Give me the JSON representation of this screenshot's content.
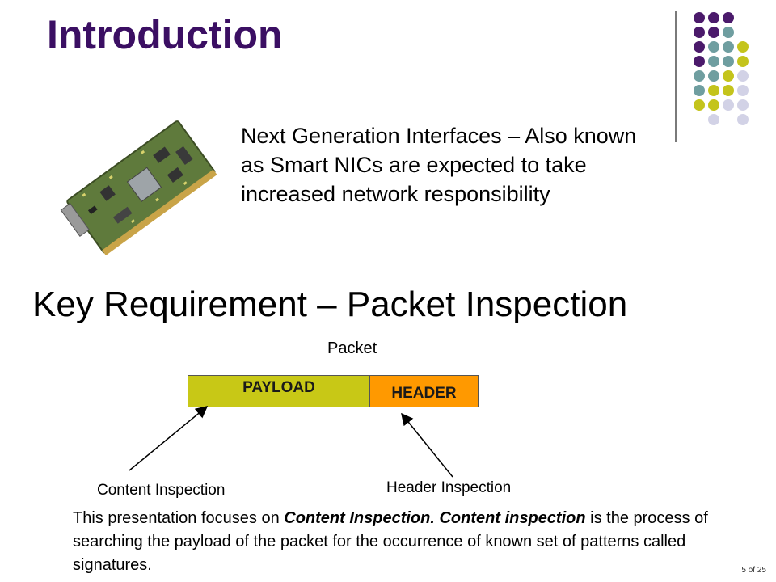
{
  "slide": {
    "title": "Introduction",
    "intro_text": "Next Generation Interfaces – Also known as Smart NICs are expected to take increased network responsibility",
    "key_requirement": "Key Requirement – Packet Inspection",
    "packet_label": "Packet",
    "payload_label": "PAYLOAD",
    "header_label": "HEADER",
    "content_inspection_label": "Content Inspection",
    "header_inspection_label": "Header Inspection",
    "footnote": {
      "part1": "This presentation focuses on ",
      "emph1": "Content Inspection. Content inspection",
      "part2": " is the process of searching the payload of the packet for the occurrence of known set of patterns called signatures."
    },
    "slide_number": "5 of 25"
  },
  "colors": {
    "title": "#3b0f63",
    "payload": "#c8c816",
    "header": "#ff9900",
    "dot_purple": "#4b1a6b",
    "dot_teal": "#6f9ea0",
    "dot_olive": "#c4c41c",
    "dot_lavender": "#d2d2e6"
  },
  "images": {
    "nic_photo": "smart-nic-board-photo"
  }
}
